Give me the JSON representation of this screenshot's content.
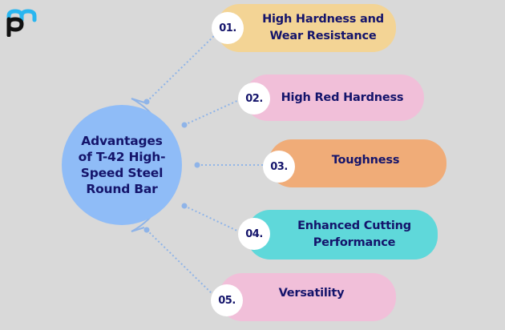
{
  "logo": {
    "icon": "pm-logo-icon",
    "colors": {
      "top": "#29b6f0",
      "bottom": "#111111"
    }
  },
  "hub": {
    "title": "Advantages of T-42 High-Speed Steel Round Bar",
    "lines": [
      "Advantages",
      "of T-42 High-",
      "Speed Steel",
      "Round Bar"
    ],
    "color": "#8fbcf7",
    "text_color": "#14146b"
  },
  "colors": {
    "background": "#d9d9d9",
    "connector": "#8fb4e8",
    "badge": "#ffffff"
  },
  "items": [
    {
      "number": "01.",
      "label_lines": [
        "High Hardness and",
        "Wear Resistance"
      ],
      "color": "#f3d495"
    },
    {
      "number": "02.",
      "label_lines": [
        "High Red Hardness"
      ],
      "color": "#f1bfd9"
    },
    {
      "number": "03.",
      "label_lines": [
        "Toughness"
      ],
      "color": "#f0ac78"
    },
    {
      "number": "04.",
      "label_lines": [
        "Enhanced Cutting",
        "Performance"
      ],
      "color": "#5fd8da"
    },
    {
      "number": "05.",
      "label_lines": [
        "Versatility"
      ],
      "color": "#f1bfd9"
    }
  ]
}
